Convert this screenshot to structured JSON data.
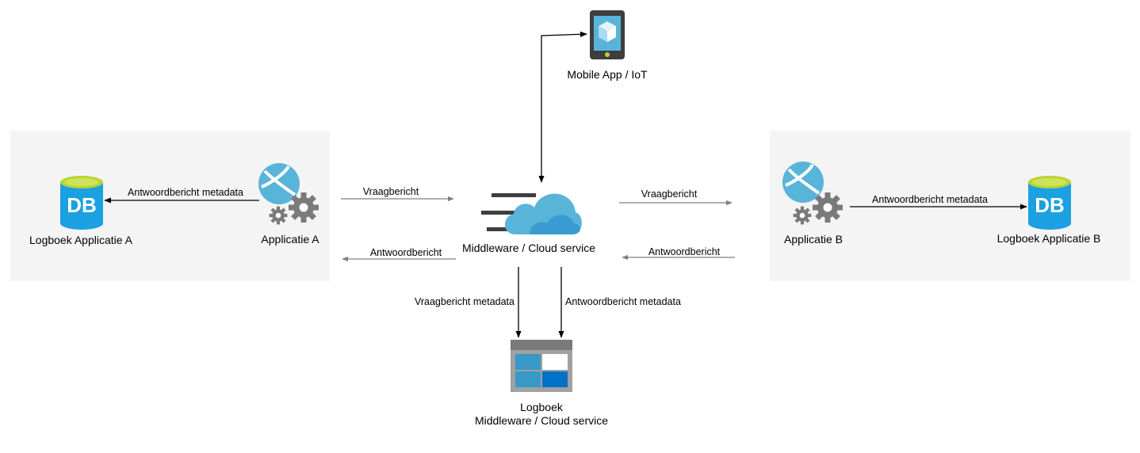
{
  "groups": {
    "left": {
      "name": "Applicatie A"
    },
    "right": {
      "name": "Applicatie B"
    }
  },
  "nodes": {
    "mobile": {
      "label": "Mobile App / IoT",
      "icon": "mobile-device-icon"
    },
    "middleware": {
      "label": "Middleware / Cloud service",
      "icon": "cloud-service-icon"
    },
    "app_a": {
      "label": "Applicatie A",
      "icon": "web-app-gears-icon"
    },
    "app_b": {
      "label": "Applicatie B",
      "icon": "web-app-gears-icon"
    },
    "db_a": {
      "label": "Logboek Applicatie A",
      "icon": "database-icon",
      "badge": "DB"
    },
    "db_b": {
      "label": "Logboek Applicatie B",
      "icon": "database-icon",
      "badge": "DB"
    },
    "log_mw": {
      "label_line1": "Logboek",
      "label_line2": "Middleware / Cloud service",
      "icon": "storage-table-icon"
    }
  },
  "edges": {
    "a_to_mw": "Vraagbericht",
    "mw_to_a": "Antwoordbericht",
    "mw_to_b": "Vraagbericht",
    "b_to_mw": "Antwoordbericht",
    "app_a_to_db": "Antwoordbericht metadata",
    "app_b_to_db": "Antwoordbericht metadata",
    "mw_to_log_vraag": "Vraagbericht metadata",
    "mw_to_log_antwoord": "Antwoordbericht metadata"
  },
  "colors": {
    "group_bg": "#f4f4f4",
    "arrow_gray": "#7f7f7f",
    "arrow_black": "#000000",
    "azure_blue": "#1ba1e2",
    "azure_light": "#59b4d9",
    "db_top": "#b8d432",
    "gear_gray": "#7a7a7a"
  }
}
